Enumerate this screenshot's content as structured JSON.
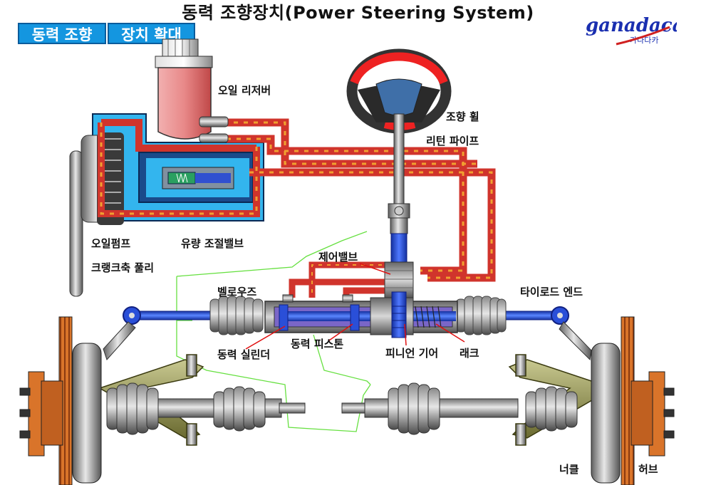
{
  "title": "동력 조향장치(Power Steering System)",
  "tabs": [
    {
      "label": "동력 조향"
    },
    {
      "label": "장치 확대"
    }
  ],
  "logo": {
    "text": "ganadacar",
    "subtext": "가나다카"
  },
  "labels": {
    "oil_reservoir": "오일 리저버",
    "steering_wheel": "조향 휠",
    "return_pipe": "리턴 파이프",
    "oil_pump": "오일펌프",
    "flow_control_valve": "유량 조절밸브",
    "crankshaft_pulley": "크랭크축 풀리",
    "control_valve": "제어밸브",
    "bellows": "벨로우즈",
    "tie_rod_end": "타이로드 엔드",
    "power_cylinder": "동력 실린더",
    "power_piston": "동력 피스톤",
    "pinion_gear": "피니언 기어",
    "rack": "래크",
    "knuckle": "너클",
    "hub": "허브"
  },
  "colors": {
    "tab_bg": "#1496e0",
    "oil": "#d0342c",
    "arrow": "#f0a030",
    "pump_housing": "#33b5ee",
    "shaft_blue": "#2a4fd8",
    "guide_lines": "#66e040",
    "brake_disc": "#d9742a"
  }
}
